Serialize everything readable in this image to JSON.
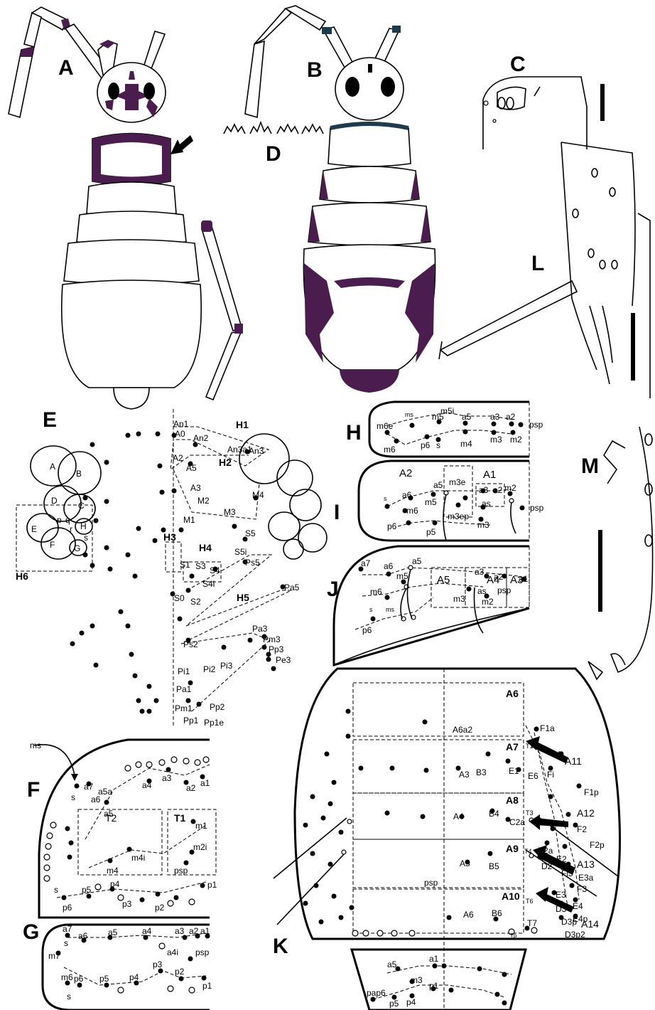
{
  "plates": {
    "A": "A",
    "B": "B",
    "C": "C",
    "D": "D",
    "E": "E",
    "F": "F",
    "G": "G",
    "H": "H",
    "I": "I",
    "J": "J",
    "K": "K",
    "L": "L",
    "M": "M"
  },
  "colors": {
    "pigment": "#4b1d4f",
    "pigment_blue": "#1f3a4d",
    "line": "#000000"
  },
  "panel_E": {
    "zones": [
      "H1",
      "H2",
      "H3",
      "H4",
      "H5",
      "H6"
    ],
    "eyes": [
      "A",
      "B",
      "C",
      "D",
      "E",
      "F",
      "G",
      "H"
    ],
    "eye_setae": [
      "p",
      "q",
      "r",
      "s"
    ],
    "setae": [
      "An1",
      "An2",
      "An3a1",
      "An3",
      "A0",
      "A2",
      "A5",
      "A3",
      "M4",
      "M2",
      "M3",
      "M1",
      "S5",
      "S5i",
      "Ps5",
      "S1",
      "S3",
      "S4",
      "S4i",
      "S0",
      "S2",
      "Pa5",
      "Ps2",
      "Pa3",
      "Pm3",
      "Pp3",
      "Pe3",
      "Pi2",
      "Pi3",
      "Pi1",
      "Pa1",
      "Pm1",
      "Pp2",
      "Pp1",
      "Pp1e"
    ]
  },
  "panel_F": {
    "pointer": "ms",
    "zones": [
      "T1",
      "T2"
    ],
    "setae": [
      "a7",
      "s",
      "a6",
      "a5a",
      "a5",
      "a4",
      "a3",
      "a2",
      "a1",
      "m1",
      "m2i",
      "m4",
      "m4i",
      "psp",
      "p6",
      "s",
      "p5",
      "p4",
      "p3",
      "p2",
      "p1"
    ]
  },
  "panel_G": {
    "setae": [
      "a7",
      "s",
      "a6",
      "a5",
      "a4",
      "a4i",
      "a3",
      "a2",
      "a1",
      "psp",
      "m7",
      "m6",
      "p6",
      "s",
      "p5",
      "p4",
      "p3",
      "p2",
      "p1"
    ]
  },
  "panel_H": {
    "setae": [
      "ms",
      "m5i",
      "m5",
      "a5",
      "a3",
      "a2",
      "psp",
      "m6e",
      "m6",
      "p6",
      "s",
      "m4",
      "m3",
      "m2"
    ]
  },
  "panel_I": {
    "zones": [
      "A2",
      "A1"
    ],
    "setae": [
      "m3e",
      "a6",
      "a5",
      "a3",
      "a2",
      "m2",
      "s",
      "m6",
      "m5",
      "as",
      "psp",
      "p6",
      "p5",
      "m3ep",
      "m3"
    ]
  },
  "panel_J": {
    "zones": [
      "A5",
      "A4",
      "A3"
    ],
    "setae": [
      "a7",
      "a6",
      "a5",
      "m5",
      "a3",
      "a2",
      "a1",
      "m6",
      "m3",
      "as",
      "psp",
      "m2",
      "s",
      "ms",
      "p6"
    ]
  },
  "panel_K": {
    "zones": [
      "A6",
      "A7",
      "A8",
      "A9",
      "A10",
      "A11",
      "A12",
      "A13",
      "A14"
    ],
    "setae": [
      "F1a",
      "A6a2",
      "T1",
      "F",
      "A3",
      "B3",
      "E1",
      "E6",
      "Fi",
      "F1p",
      "A4",
      "B4",
      "C2a",
      "T3",
      "F2",
      "F2p",
      "E2a",
      "D2",
      "E2",
      "A5",
      "B5",
      "T4",
      "Fi5",
      "E3a",
      "psp",
      "F3",
      "E3",
      "A6",
      "B6",
      "T6",
      "D3",
      "E4",
      "D3p",
      "E4p",
      "T7",
      "D3p2",
      "Tp",
      "a5",
      "a1",
      "m3",
      "p1",
      "pap6",
      "p5",
      "p4"
    ]
  }
}
